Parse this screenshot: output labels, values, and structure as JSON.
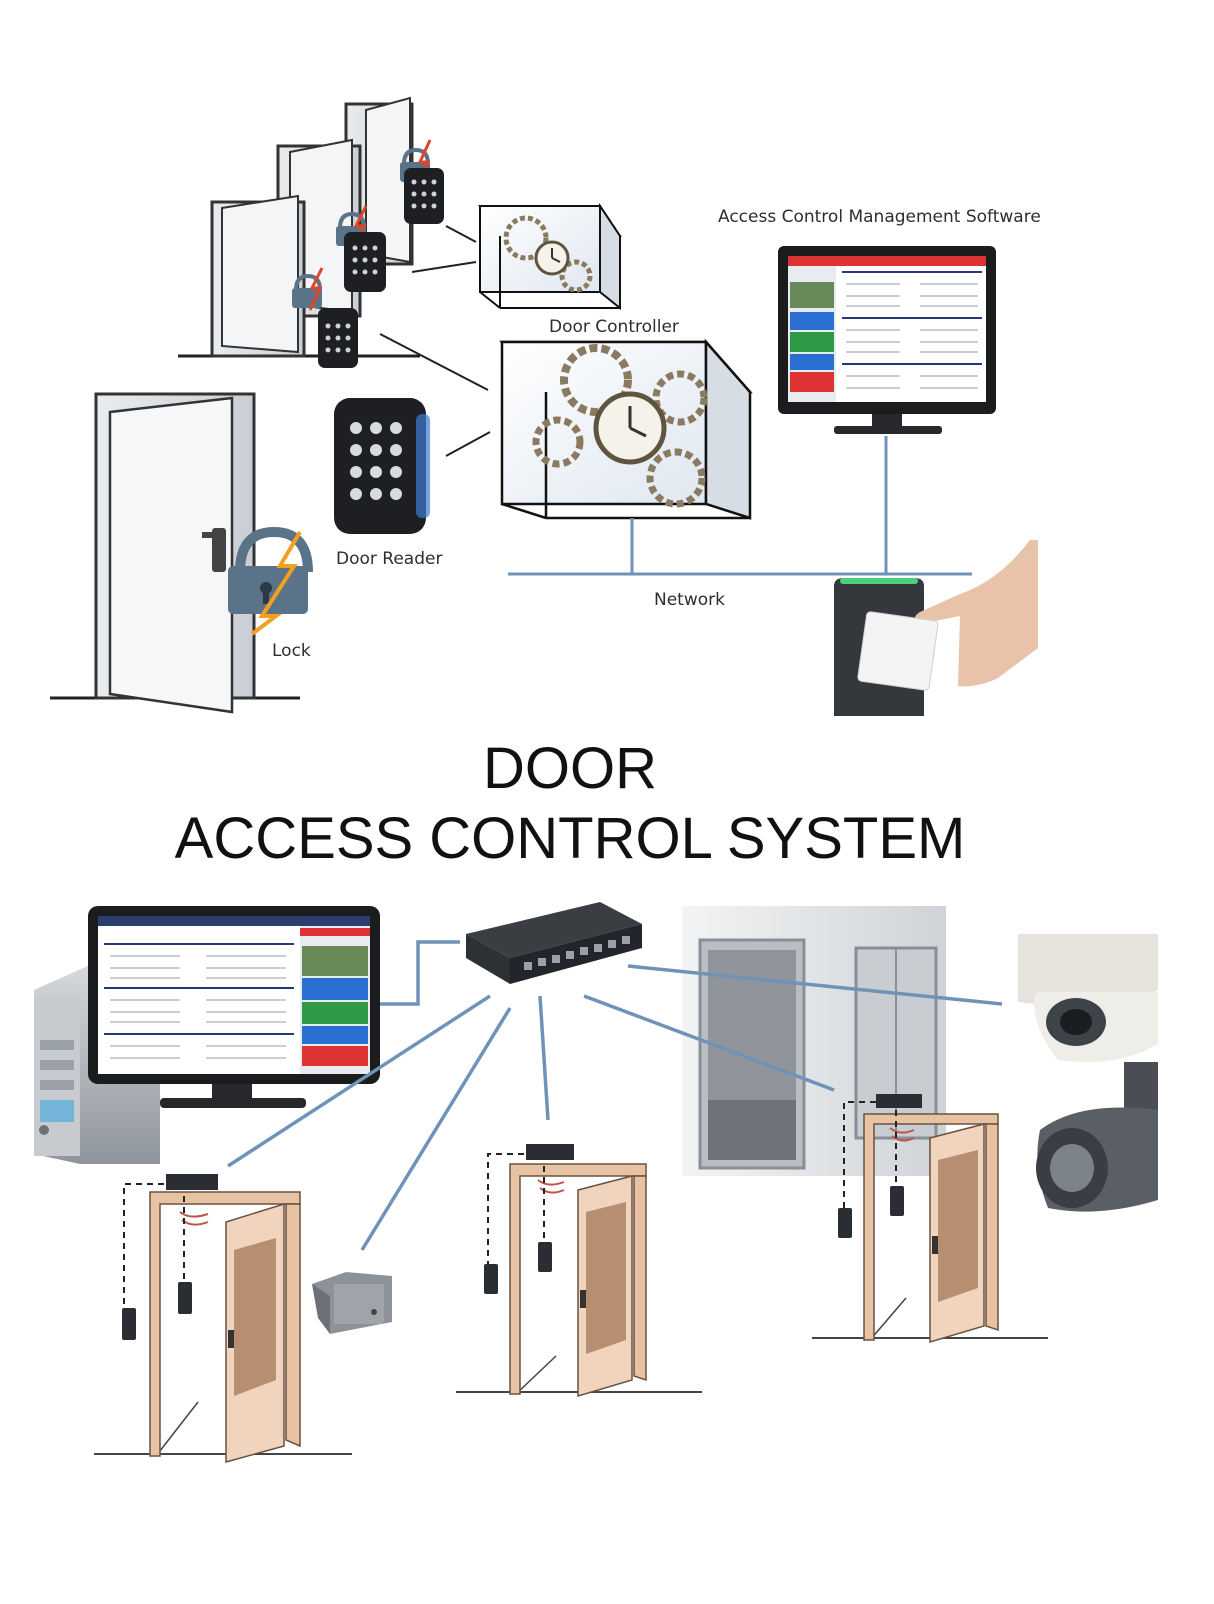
{
  "labels": {
    "software": "Access Control Management Software",
    "controller": "Door Controller",
    "reader": "Door Reader",
    "lock": "Lock",
    "network": "Network"
  },
  "title": {
    "line1": "DOOR",
    "line2": "ACCESS CONTROL SYSTEM"
  },
  "colors": {
    "network_line": "#6f93b8",
    "reader_body": "#1d1f22",
    "reader_glow": "#3d7cd6",
    "lock_body": "#5b7388",
    "lightning": "#f2a01e",
    "door_frame": "#e7c3a3",
    "door_panel": "#b88e70"
  },
  "icons": [
    "door-icon",
    "keypad-reader-icon",
    "padlock-icon",
    "gear-box-icon",
    "monitor-icon",
    "card-reader-icon",
    "network-switch-icon",
    "server-tower-icon",
    "intercom-speaker-icon",
    "dome-camera-icon",
    "bullet-camera-icon",
    "elevator-icon",
    "magnetic-lock-icon"
  ]
}
